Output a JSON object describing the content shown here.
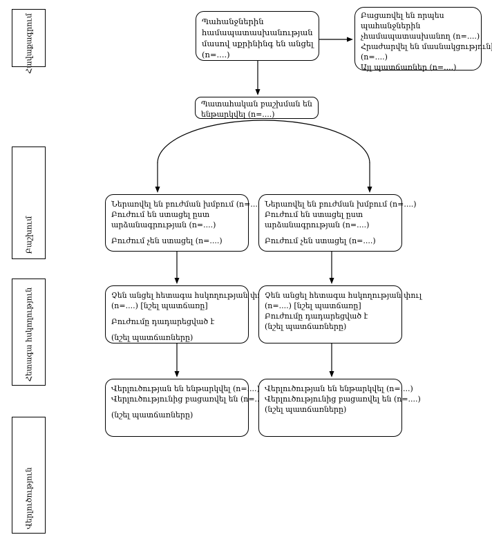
{
  "diagram": {
    "side_labels": [
      {
        "label": "Հավաքագրում"
      },
      {
        "label": "Բաշխում"
      },
      {
        "label": "Հետագա հսկողություն"
      },
      {
        "label": "Վերլուծություն"
      }
    ],
    "boxes": {
      "screened": {
        "lines": [
          "Պահանջներին",
          "համապատասխանության",
          "մասով սքրինինգ են անցել",
          "(n=....)"
        ]
      },
      "excluded": {
        "lines": [
          "Բացառվել են որպես",
          "պահանջներին",
          "չհամապատասխանող (n=....)",
          "Հրաժարվել են մասնակցությունից",
          "(n=....)",
          "Այլ պատճառներ (n=....)"
        ]
      },
      "randomized": {
        "lines": [
          "Պատահական բաշխման են",
          "ենթարկվել (n=....)"
        ]
      },
      "allocation": {
        "lines": [
          "Ներառվել են բուժման խմբում (n=....)",
          "Բուժում են ստացել ըստ",
          "արձանագրության (n=....)",
          "Բուժում չեն ստացել (n=....)"
        ]
      },
      "followup": {
        "lines": [
          "Չեն անցել հետագա հսկողության փուլ",
          "(n=....) [նշել պատճառը]",
          "Բուժումը դադարեցված է",
          "(նշել պատճառները)"
        ]
      },
      "analysis": {
        "lines": [
          "Վերլուծության են ենթարկվել (n=....)",
          "Վերլուծությունից բացառվել են (n=....)",
          "(նշել պատճառները)"
        ]
      }
    },
    "colors": {
      "stroke": "#000000",
      "background": "#ffffff",
      "text": "#000000"
    }
  }
}
